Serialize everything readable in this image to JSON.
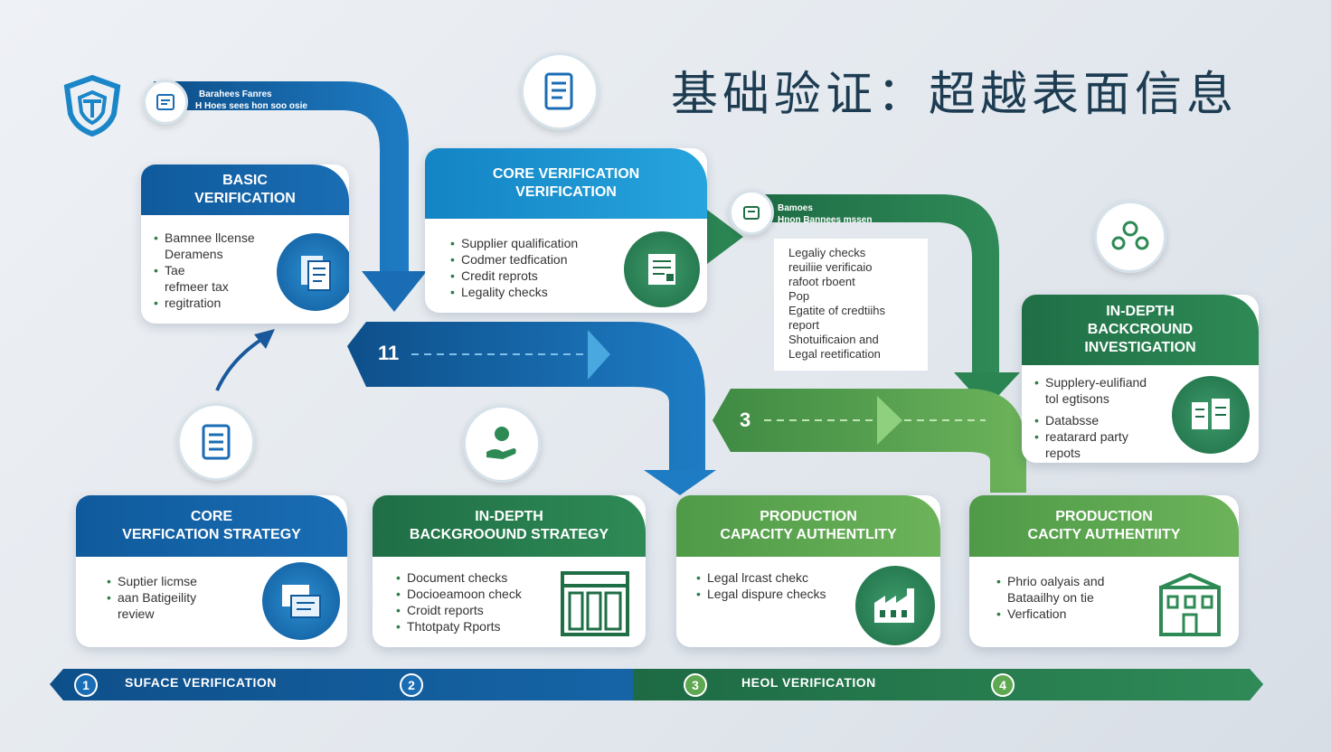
{
  "title": "基础验证：超越表面信息",
  "colors": {
    "blue": "#0f5a9c",
    "cyan": "#1e96d3",
    "green": "#1f6e46",
    "light_green": "#5fa852"
  },
  "pills": {
    "blue": {
      "line1": "Barahees Fanres",
      "line2": "H  Hoes sees hon soo osie"
    },
    "green": {
      "line1": "Bamoes",
      "line2": "Hnon Bannees mssen"
    }
  },
  "floating_list": {
    "items": [
      "Legaliy checks",
      "reuiliie verificaio",
      "rafoot rboent",
      "Pop",
      "Egatite of credtiihs",
      "report",
      "Shotuificaion and",
      "Legal reetification"
    ]
  },
  "arrows": {
    "step_one": "11",
    "step_three": "3"
  },
  "cards": {
    "basic": {
      "title_1": "BASIC",
      "title_2": "VERIFICATION",
      "items": [
        "Bamnee llcense",
        "Deramens",
        "Tae",
        "refmeer tax",
        "regitration"
      ],
      "icon": "document-stack-icon"
    },
    "core_top": {
      "title_1": "CORE VERIFICATION",
      "title_2": "VERIFICATION",
      "items": [
        "Supplier qualification",
        "Codmer tedfication",
        "Credit reprots",
        "Legality checks"
      ],
      "icon": "report-icon"
    },
    "in_depth_top": {
      "title_1": "IN-DEPTH",
      "title_2": "BACKCROUND",
      "title_3": "INVESTIGATION",
      "items": [
        "Supplery-eulifiand",
        "tol egtisons",
        "Databsse",
        "reatarard party",
        "repots"
      ],
      "icon": "servers-icon"
    },
    "core_strategy": {
      "title_1": "CORE",
      "title_2": "VERFICATION STRATEGY",
      "items": [
        "Suptier licmse",
        "aan Batigeility",
        "review"
      ],
      "icon": "papers-icon"
    },
    "in_depth_strategy": {
      "title_1": "IN-DEPTH",
      "title_2": "BACKGROOUND STRATEGY",
      "items": [
        "Document checks",
        "Docioeamoon check",
        "Croidt reports",
        "Thtotpaty Rports"
      ],
      "icon": "storefront-icon"
    },
    "production_1": {
      "title_1": "PRODUCTION",
      "title_2": "CAPACITY AUTHENTLITY",
      "items": [
        "Legal lrcast chekc",
        "Legal dispure checks"
      ],
      "icon": "factory-icon"
    },
    "production_2": {
      "title_1": "PRODUCTION",
      "title_2": "CACITY AUTHENTIITY",
      "items": [
        "Phrio oalyais and",
        "Bataailhy on tie",
        "Verfication"
      ],
      "icon": "building-icon"
    }
  },
  "timeline": {
    "steps": [
      {
        "num": "1",
        "label": "SUFACE VERIFICATION"
      },
      {
        "num": "2",
        "label": ""
      },
      {
        "num": "3",
        "label": "HEOL VERIFICATION"
      },
      {
        "num": "4",
        "label": ""
      }
    ]
  }
}
